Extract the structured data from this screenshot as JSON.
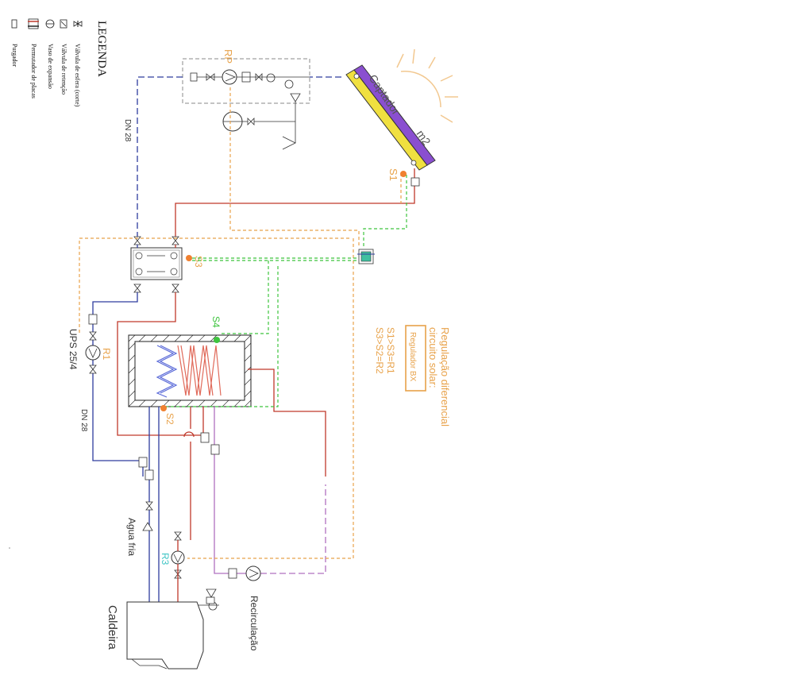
{
  "legend": {
    "title": "LEGENDA",
    "items": [
      {
        "icon": "ball-valve-icon",
        "label": "Válvula de esfera (corte)"
      },
      {
        "icon": "check-valve-icon",
        "label": "Válvula de retenção"
      },
      {
        "icon": "expansion-vessel-icon",
        "label": "Vaso de expansão"
      },
      {
        "icon": "plate-exchanger-icon",
        "label": "Permutador de placas"
      },
      {
        "icon": "air-vent-icon",
        "label": "Purgador"
      }
    ]
  },
  "collector": {
    "title": "Captador",
    "area": "m2"
  },
  "pump_group_label": "RP",
  "pipe_labels": {
    "top_dn": "DN 28",
    "left_dn": "DN 28",
    "pump_model": "UPS 25/4"
  },
  "pumps": {
    "r1": "R1",
    "r3": "R3",
    "recirc": "Recirculação"
  },
  "sensors": {
    "s1": "S1",
    "s2": "S2",
    "s3": "S3",
    "s4": "S4"
  },
  "regulation": {
    "title_line1": "Regulação diferencial",
    "title_line2": "circuito solar:",
    "controller": "Regulador BX",
    "rule1": "S1>S3=R1",
    "rule2": "S3>S2=R2"
  },
  "outlets": {
    "cold_water": "Agua fria",
    "boiler": "Caldeira"
  },
  "colors": {
    "hot": "#c0392b",
    "cold": "#2e3c9e",
    "signal_green": "#3ec43e",
    "control_orange": "#e8a24a",
    "recirc_purple": "#b070c0",
    "collector_purple": "#8a4fd0",
    "collector_yellow": "#f0e040"
  }
}
